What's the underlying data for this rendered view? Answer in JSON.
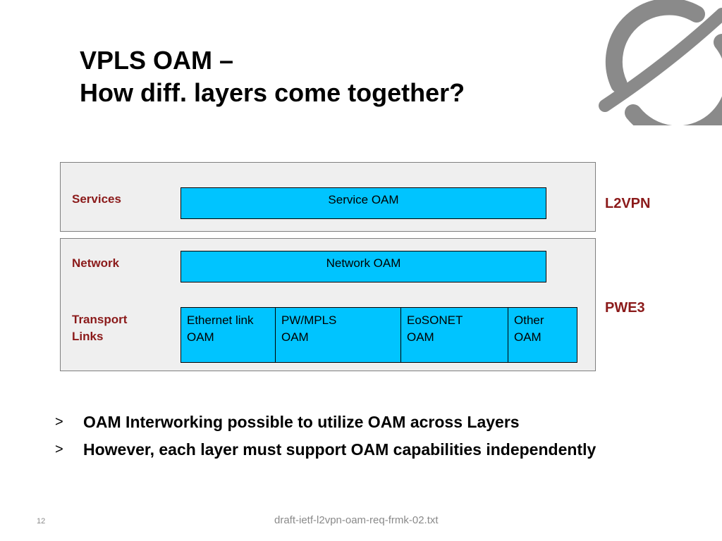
{
  "title": {
    "line1": "VPLS OAM –",
    "line2": "How diff. layers come together?"
  },
  "logo": {
    "icon": "globe-logo-icon",
    "color": "#8a8a8a"
  },
  "diagram": {
    "l2vpn_panel": {
      "side_label": "L2VPN",
      "rows": [
        {
          "label": "Services",
          "box": "Service OAM"
        }
      ]
    },
    "pwe3_panel": {
      "side_label": "PWE3",
      "network_row": {
        "label": "Network",
        "box": "Network OAM"
      },
      "transport_row": {
        "label_line1": "Transport",
        "label_line2": "Links",
        "cells": [
          {
            "line1": "Ethernet link",
            "line2": "OAM"
          },
          {
            "line1": "PW/MPLS",
            "line2": "OAM"
          },
          {
            "line1": "EoSONET",
            "line2": "OAM"
          },
          {
            "line1": "Other",
            "line2": "OAM"
          }
        ]
      }
    },
    "colors": {
      "box_fill": "#00c4ff",
      "label_text": "#8b1a1a",
      "panel_fill": "#efefef"
    }
  },
  "bullets": {
    "marker": ">",
    "items": [
      "OAM Interworking possible to utilize OAM across Layers",
      "However, each layer must support OAM capabilities independently"
    ]
  },
  "footer": {
    "slide_number": "12",
    "filename": "draft-ietf-l2vpn-oam-req-frmk-02.txt"
  }
}
